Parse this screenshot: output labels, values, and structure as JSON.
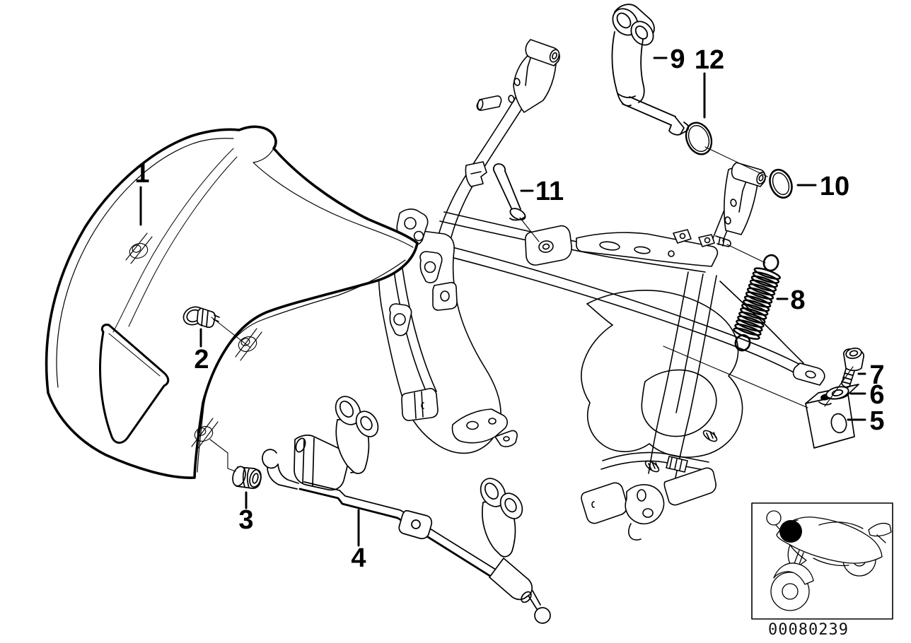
{
  "diagram": {
    "part_number": "00080239",
    "line_color": "#000000",
    "background_color": "#ffffff",
    "callouts": [
      {
        "label": "1"
      },
      {
        "label": "2"
      },
      {
        "label": "3"
      },
      {
        "label": "4"
      },
      {
        "label": "5"
      },
      {
        "label": "6"
      },
      {
        "label": "7"
      },
      {
        "label": "8"
      },
      {
        "label": "9"
      },
      {
        "label": "10"
      },
      {
        "label": "11"
      },
      {
        "label": "12"
      }
    ],
    "thumbnail": {
      "icon": "motorcycle-icon",
      "marker": "fairing-location-dot"
    }
  }
}
